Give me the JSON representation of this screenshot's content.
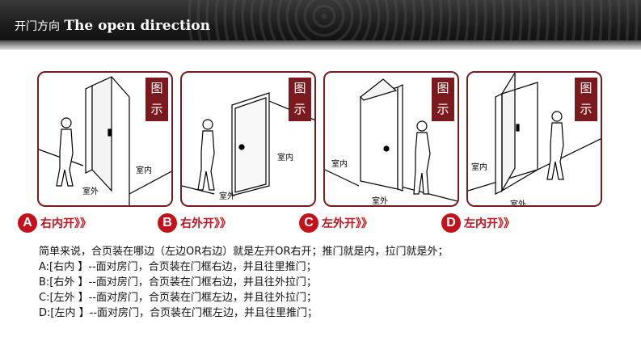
{
  "header": {
    "title_cn": "开门方向",
    "title_en": "The open direction"
  },
  "panels": [
    {
      "badge": [
        "图",
        "示"
      ],
      "inside": "室内",
      "outside": "室外",
      "letter": "A",
      "label": "右内开》》"
    },
    {
      "badge": [
        "图",
        "示"
      ],
      "inside": "室内",
      "outside": "室外",
      "letter": "B",
      "label": "右外开》》"
    },
    {
      "badge": [
        "图",
        "示"
      ],
      "inside": "室内",
      "outside": "室外",
      "letter": "C",
      "label": "左外开》》"
    },
    {
      "badge": [
        "图",
        "示"
      ],
      "inside": "室内",
      "outside": "室外",
      "letter": "D",
      "label": "左内开》》"
    }
  ],
  "description": [
    "简单来说，合页装在哪边（左边OR右边）就是左开OR右开；推门就是内，拉门就是外；",
    "A:[右内 】--面对房门，合页装在门框右边，并且往里推门；",
    "B:[右外 】--面对房门，合页装在门框右边，并且往外拉门；",
    "C:[左外 】--面对房门，合页装在门框左边，并且往外拉门；",
    "D:[左内 】--面对房门，合页装在门框左边，并且往里推门；"
  ],
  "colors": {
    "accent": "#7a1a1e",
    "label_red": "#c3121c"
  }
}
